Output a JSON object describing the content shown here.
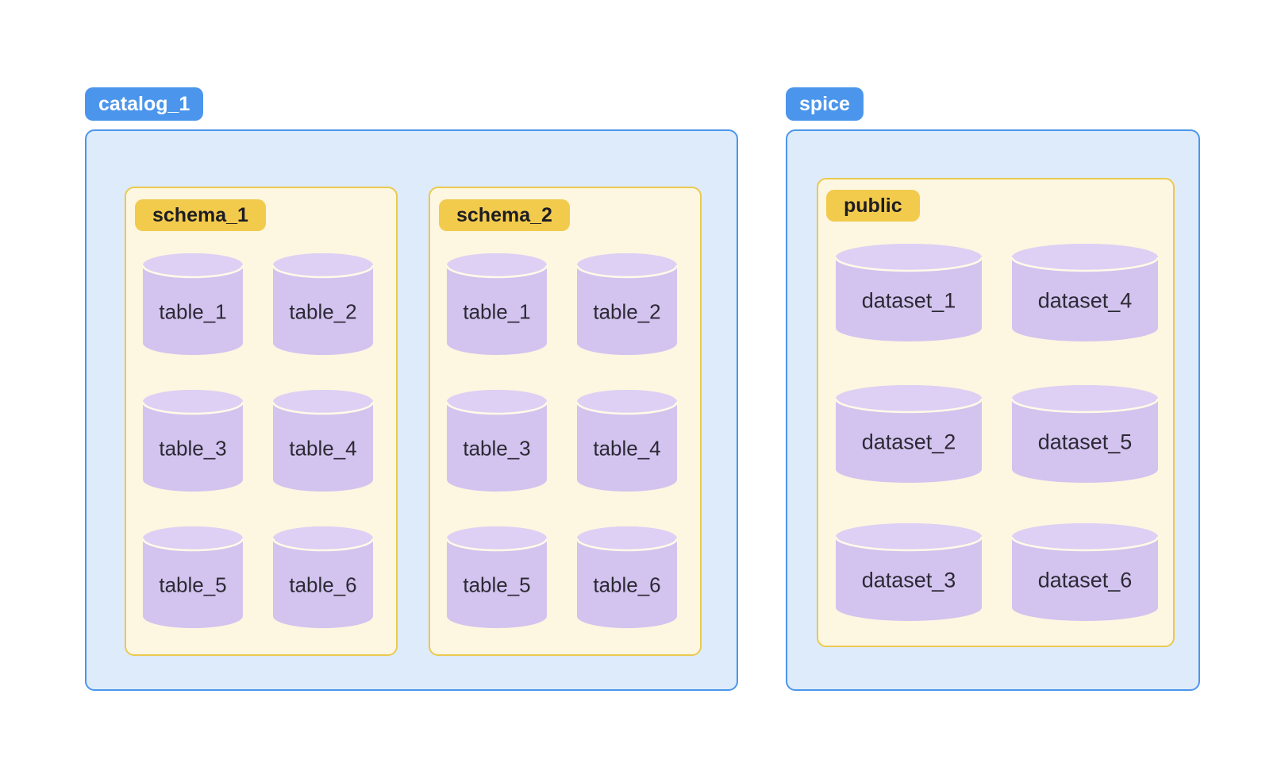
{
  "catalogs": [
    {
      "label": "catalog_1",
      "schemas": [
        {
          "label": "schema_1",
          "tables": [
            "table_1",
            "table_2",
            "table_3",
            "table_4",
            "table_5",
            "table_6"
          ]
        },
        {
          "label": "schema_2",
          "tables": [
            "table_1",
            "table_2",
            "table_3",
            "table_4",
            "table_5",
            "table_6"
          ]
        }
      ]
    },
    {
      "label": "spice",
      "schemas": [
        {
          "label": "public",
          "tables": [
            "dataset_1",
            "dataset_2",
            "dataset_3",
            "dataset_4",
            "dataset_5",
            "dataset_6"
          ]
        }
      ]
    }
  ],
  "colors": {
    "catalog_badge": "#4B96EC",
    "catalog_fill": "#DEEBFB",
    "catalog_border": "#4B96EC",
    "schema_badge": "#F2CB4D",
    "schema_fill": "#FDF6E1",
    "schema_border": "#EBC94F",
    "cylinder_body": "#D3C3EF",
    "cylinder_top": "#DDD0F4",
    "cylinder_divider": "#FFFAE8",
    "label_text": "#2C2A35",
    "badge_text_light": "#FFFFFF",
    "badge_text_dark": "#1E1D24"
  }
}
